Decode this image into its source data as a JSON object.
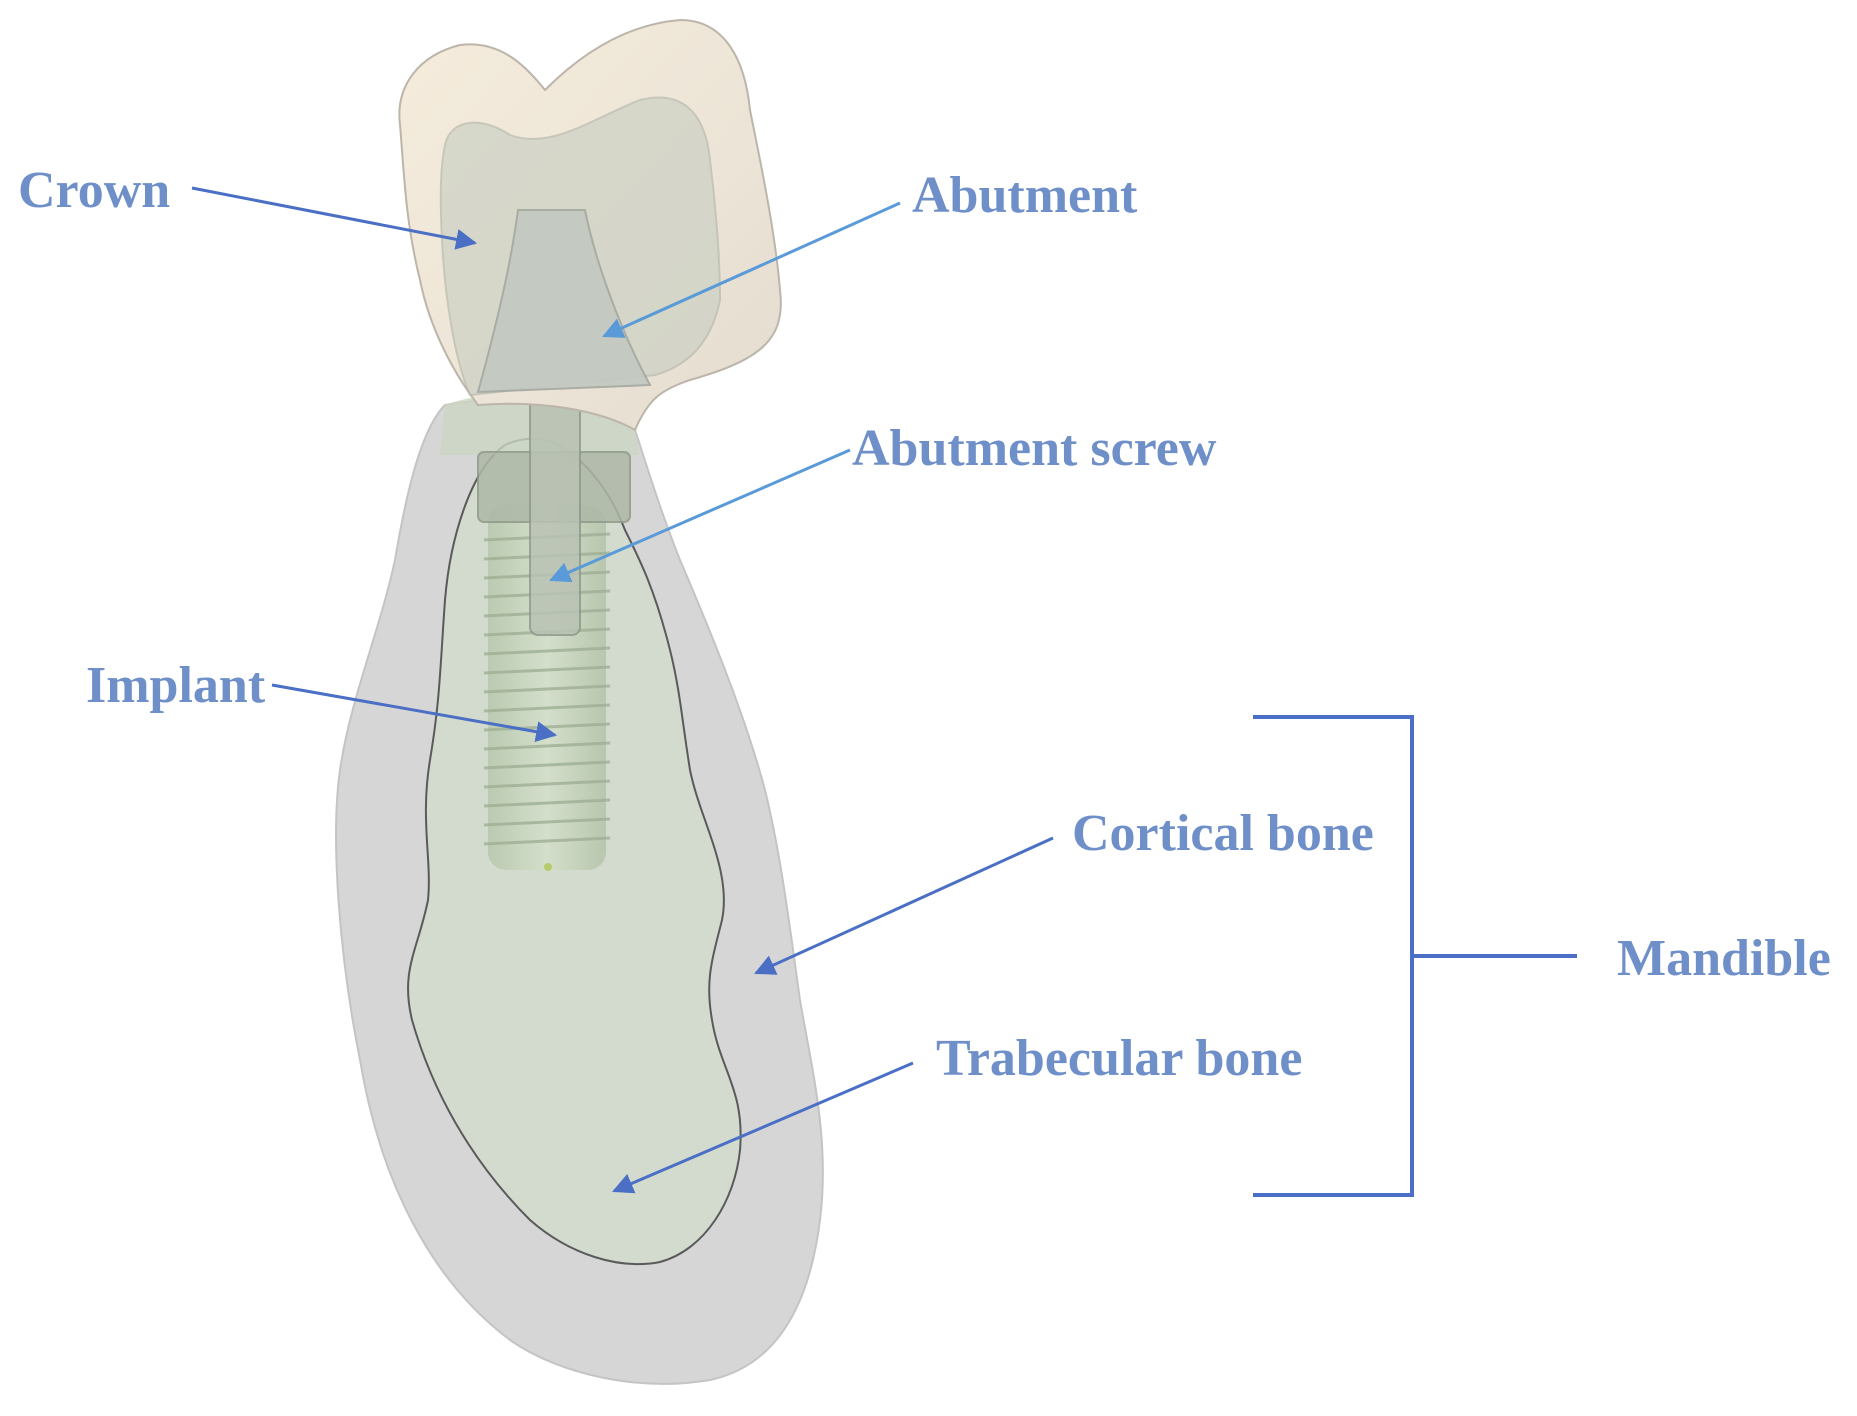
{
  "labels": {
    "crown": "Crown",
    "abutment": "Abutment",
    "abutment_screw": "Abutment screw",
    "implant": "Implant",
    "cortical_bone": "Cortical bone",
    "trabecular_bone": "Trabecular bone",
    "mandible": "Mandible"
  },
  "colors": {
    "label_text": "#6f8fc9",
    "arrow_dark": "#4a6fc4",
    "arrow_light": "#5a9ad8",
    "bracket": "#4a6fc4"
  }
}
